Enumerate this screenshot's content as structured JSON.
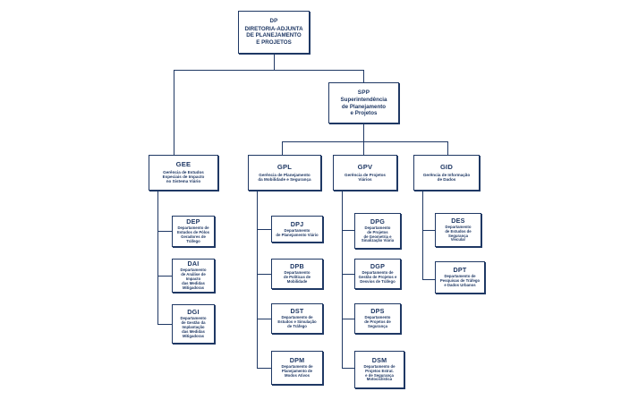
{
  "chart_title": "Organograma DP - Diretoria-Adjunta de Planejamento e Projetos",
  "colors": {
    "border": "#1f3864",
    "text": "#1f3864",
    "background": "#ffffff",
    "connector": "#1f3864"
  },
  "nodes": {
    "dp": {
      "code": "DP",
      "desc": "DIRETORIA-ADJUNTA\nDE PLANEJAMENTO\nE PROJETOS",
      "level": "diretoria"
    },
    "spp": {
      "code": "SPP",
      "desc": "Superintendência\nde Planejamento\ne Projetos",
      "level": "superintendencia"
    },
    "gee": {
      "code": "GEE",
      "desc": "Gerência de Estudos\nEspeciais de Impacto\nno Sistema Viário",
      "level": "gerencia"
    },
    "gpl": {
      "code": "GPL",
      "desc": "Gerência de Planejamento\nda Mobilidade e Segurança",
      "level": "gerencia"
    },
    "gpv": {
      "code": "GPV",
      "desc": "Gerência de Projetos\nViários",
      "level": "gerencia"
    },
    "gid": {
      "code": "GID",
      "desc": "Gerência de Informação\nde Dados",
      "level": "gerencia"
    },
    "dep": {
      "code": "DEP",
      "desc": "Departamento de\nEstudos de Pólos\nGeradores de Tráfego",
      "level": "departamento"
    },
    "dai": {
      "code": "DAI",
      "desc": "Departamento\nde Análise de Impacto\ndas Medidas\nMitigadoras",
      "level": "departamento"
    },
    "dgi": {
      "code": "DGI",
      "desc": "Departamento\nde Gestão da\nImplantação\ndas Medidas\nMitigadoras",
      "level": "departamento"
    },
    "dpj": {
      "code": "DPJ",
      "desc": "Departamento\nde Planejamento Viário",
      "level": "departamento"
    },
    "dpb": {
      "code": "DPB",
      "desc": "Departamento\nde Políticas de\nMobilidade",
      "level": "departamento"
    },
    "dst": {
      "code": "DST",
      "desc": "Departamento de\nEstudos e Simulação\nde Tráfego",
      "level": "departamento"
    },
    "dpm": {
      "code": "DPM",
      "desc": "Departamento de\nPlanejamento de\nModos Ativos",
      "level": "departamento"
    },
    "dpg": {
      "code": "DPG",
      "desc": "Departamento\nde Projetos\nde Geometria e\nSinalização Viária",
      "level": "departamento"
    },
    "dgp": {
      "code": "DGP",
      "desc": "Departamento de\nGestão de Projetos e\nDesvios de Tráfego",
      "level": "departamento"
    },
    "dps": {
      "code": "DPS",
      "desc": "Departamento\nde Projetos de\nSegurança",
      "level": "departamento"
    },
    "dsm": {
      "code": "DSM",
      "desc": "Departamento de\nProjetos Estrat.\ne de Segurança\nMotociclística",
      "level": "departamento"
    },
    "des": {
      "code": "DES",
      "desc": "Departamento\nde Estudos de\nSegurança\nVeicular",
      "level": "departamento"
    },
    "dpt": {
      "code": "DPT",
      "desc": "Departamento de\nPesquisas de Tráfego\ne Dados Urbanos",
      "level": "departamento"
    }
  }
}
